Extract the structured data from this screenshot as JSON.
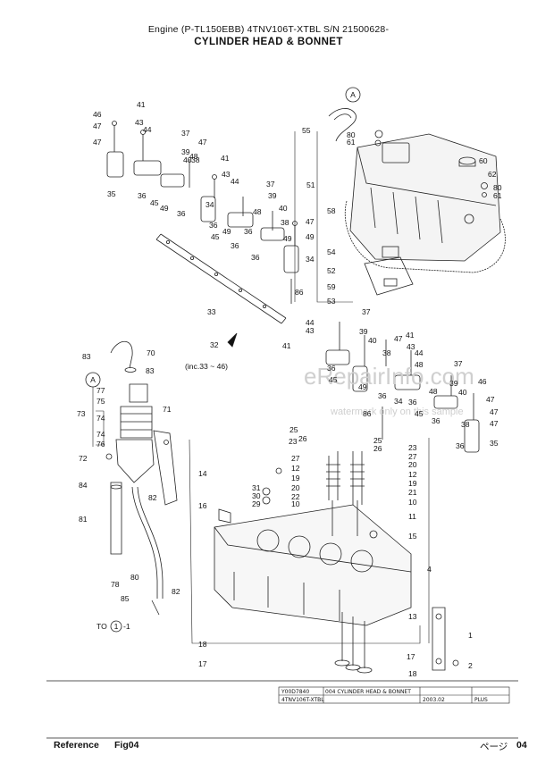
{
  "header": {
    "title": "Engine (P-TL150EBB) 4TNV106T-XTBL S/N 21500628-",
    "subtitle": "CYLINDER HEAD & BONNET"
  },
  "watermark": {
    "site": "eRepairInfo.com",
    "note": "watermark only on this sample"
  },
  "labels": {
    "ref_a": "A",
    "ref_a_2": "A",
    "incl": "(inc.33 ~ 46)",
    "to_label": "TO",
    "to_circle": "1",
    "to_suffix": "-1"
  },
  "info_table": {
    "code": "Y00D7840",
    "desc": "004 CYLINDER HEAD & BONNET",
    "model": "4TNV106T-XTBL",
    "date": "2003.02",
    "plus": "PLUS"
  },
  "footer": {
    "reference": "Reference",
    "fig": "Fig04",
    "page_label": "ページ",
    "page_number": "04"
  }
}
